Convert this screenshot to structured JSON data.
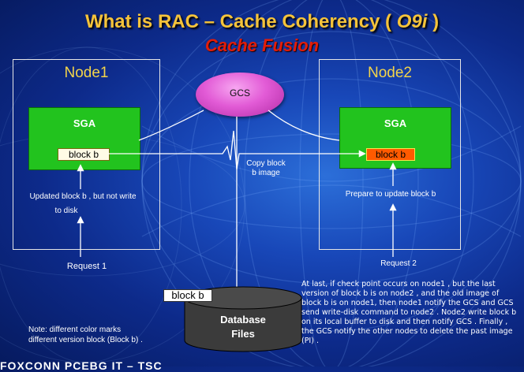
{
  "title": {
    "main": "What is RAC – Cache Coherency (",
    "version": "O9i",
    "close": ")"
  },
  "subtitle": "Cache Fusion",
  "gcs": {
    "label": "GCS"
  },
  "node1": {
    "title": "Node1",
    "sga_label": "SGA",
    "block_label": "block  b",
    "status_line1": "Updated block b , but not write",
    "status_line2": "to disk",
    "request": "Request  1"
  },
  "node2": {
    "title": "Node2",
    "sga_label": "SGA",
    "block_label": "block  b",
    "status": "Prepare to update block b",
    "request": "Request 2"
  },
  "transfer": {
    "line1": "Copy block",
    "line2": "b  image"
  },
  "database": {
    "block_label": "block  b",
    "line1": "Database",
    "line2": "Files"
  },
  "note": {
    "line1": "Note:  different color marks",
    "line2": "different version block (Block b) ."
  },
  "explanation": "At last, if check point occurs on node1 , but the last version of block b is on node2 , and the old image of block b is on node1, then node1 notify the GCS and GCS send write-disk command to node2 .  Node2 write block b on its local buffer to disk and then notify GCS .  Finally , the GCS notify the other nodes to delete the past image (PI) .",
  "footer": "FOXCONN PCEBG IT – TSC",
  "colors": {
    "title": "#f5c33a",
    "subtitle": "#e11d0a",
    "sga": "#22c31e",
    "gcs": "#e25bd6",
    "block_current": "#ff5a00",
    "block_past": "#fffbe6",
    "node_title": "#f3d44a"
  }
}
